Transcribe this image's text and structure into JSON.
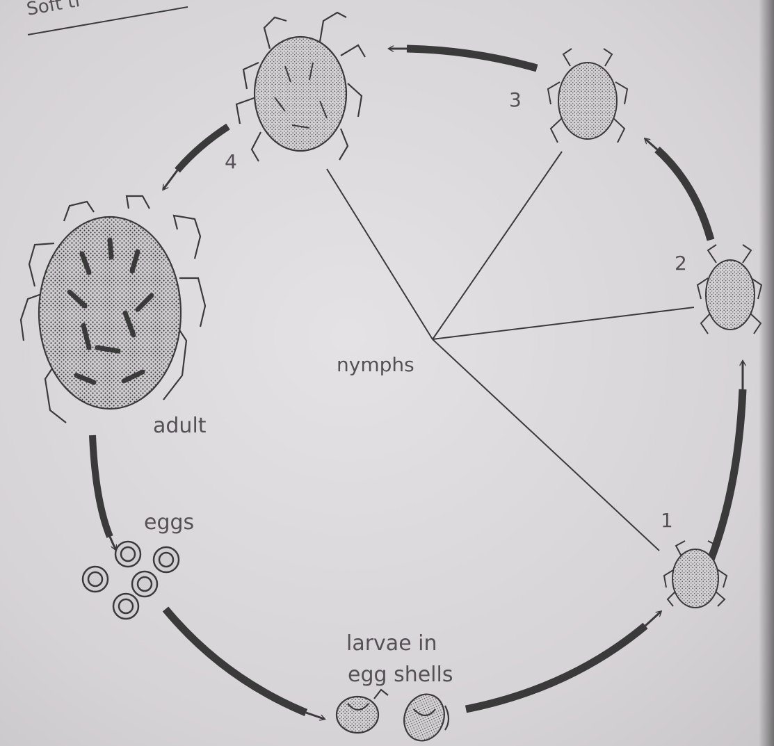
{
  "header_fragment": "Soft ti",
  "labels": {
    "adult": "adult",
    "eggs": "eggs",
    "larvae_line1": "larvae in",
    "larvae_line2": "egg shells",
    "nymphs": "nymphs",
    "stage1": "1",
    "stage2": "2",
    "stage3": "3",
    "stage4": "4"
  },
  "colors": {
    "ink": "#3a3a3a",
    "label": "#555055",
    "paper": "#dedbde"
  }
}
